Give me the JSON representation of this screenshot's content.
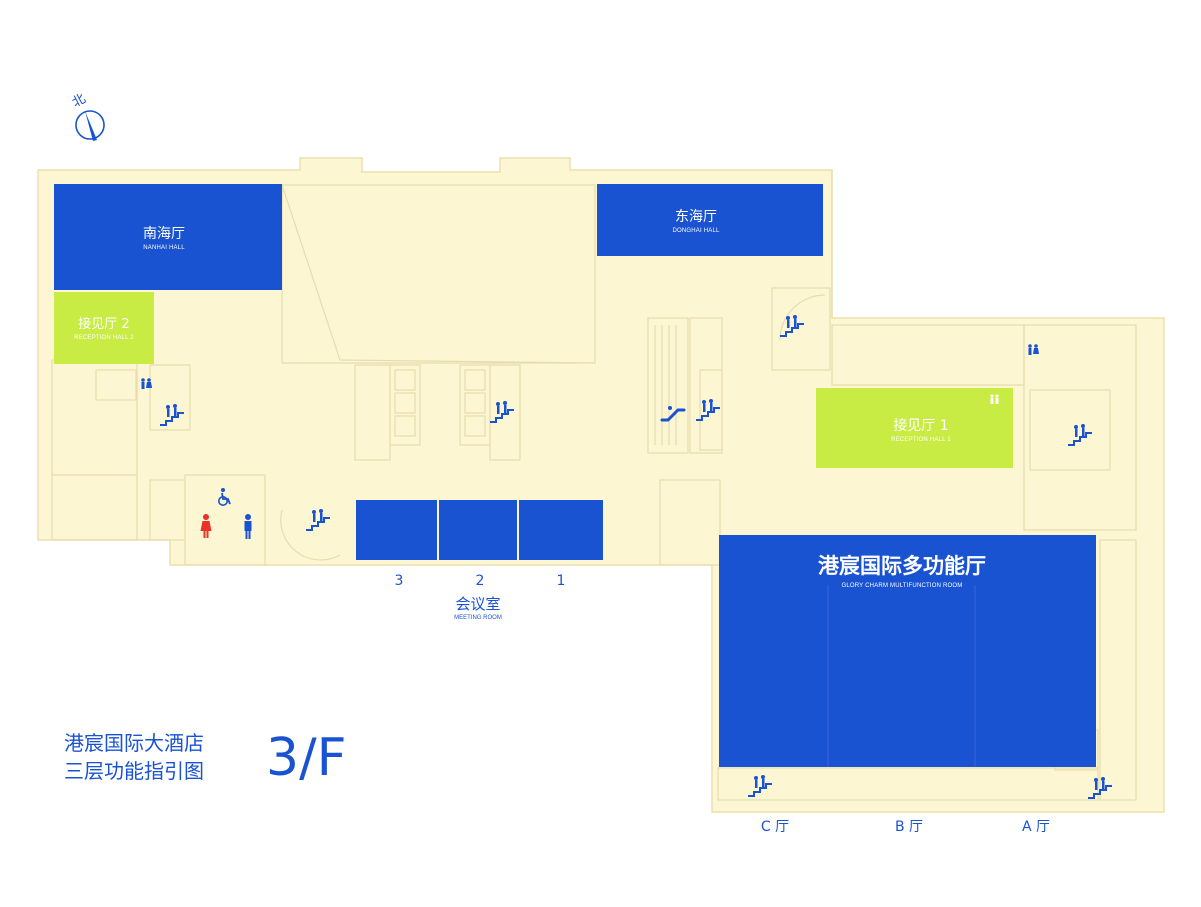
{
  "compass": {
    "label": "北"
  },
  "rooms": {
    "nanhai": {
      "cn": "南海厅",
      "en": "NANHAI HALL"
    },
    "donghai": {
      "cn": "东海厅",
      "en": "DONGHAI HALL"
    },
    "reception2": {
      "cn": "接见厅 2",
      "en": "RECEPTION HALL 2"
    },
    "reception1": {
      "cn": "接见厅 1",
      "en": "RECEPTION HALL 1"
    },
    "multifunction": {
      "cn": "港宸国际多功能厅",
      "en": "GLORY CHARM MULTIFUNCTION ROOM"
    }
  },
  "meeting": {
    "numbers": [
      "3",
      "2",
      "1"
    ],
    "cn": "会议室",
    "en": "MEETING ROOM"
  },
  "halls": [
    "C 厅",
    "B 厅",
    "A 厅"
  ],
  "title": {
    "line1": "港宸国际大酒店",
    "line2": "三层功能指引图",
    "floor": "3/F"
  },
  "icons": {
    "stairs": "stairs-icon",
    "escalator": "escalator-icon",
    "restroom": "restroom-icon",
    "accessible": "accessible-icon"
  },
  "colors": {
    "floor": "#fdf6d3",
    "hall": "#1a53d1",
    "reception": "#c8ec44",
    "female": "#e8322a"
  }
}
